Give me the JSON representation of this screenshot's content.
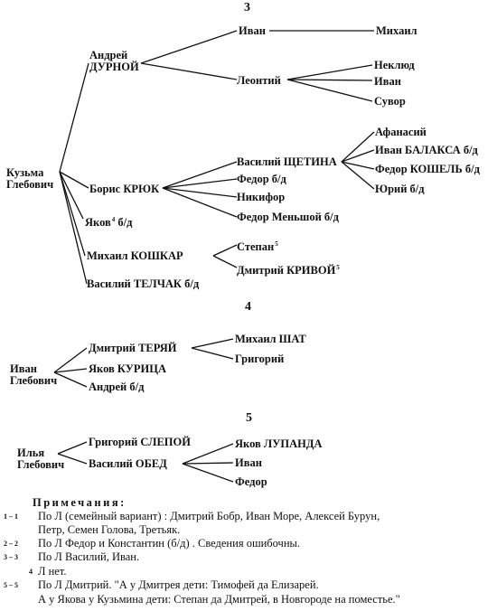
{
  "sections": [
    {
      "number": "3"
    },
    {
      "number": "4"
    },
    {
      "number": "5"
    }
  ],
  "nodes": {
    "kuzma": "Кузьма\nГлебович",
    "andrey": "Андрей\nДУРНОЙ",
    "ivan_a": "Иван",
    "mikhail_a": "Михаил",
    "leontiy": "Леонтий",
    "neklyud": "Неклюд",
    "ivan_l": "Иван",
    "suvor": "Сувор",
    "boris": "Борис КРЮК",
    "vasiliy_sh": "Василий ЩЕТИНА",
    "afanasiy": "Афанасий",
    "ivan_bal": "Иван БАЛАКСА б/д",
    "fedor_kosh": "Федор КОШЕЛЬ б/д",
    "yuriy": "Юрий б/д",
    "fedor_bd": "Федор б/д",
    "nikifor": "Никифор",
    "fedor_men": "Федор Меньшой б/д",
    "yakov_k": "Яков",
    "yakov_k_note": "4",
    "yakov_k_tail": "б/д",
    "mikhail_kosh": "Михаил КОШКАР",
    "stepan": "Степан",
    "stepan_note": "5",
    "dmitriy_kriv": "Дмитрий КРИВОЙ",
    "dmitriy_kriv_note": "5",
    "vasiliy_tel": "Василий ТЕЛЧАК б/д",
    "ivan_g": "Иван\nГлебович",
    "dmitriy_ter": "Дмитрий ТЕРЯЙ",
    "mikhail_shat": "Михаил ШАТ",
    "grigoriy_t": "Григорий",
    "yakov_kur": "Яков КУРИЦА",
    "andrey_bd": "Андрей б/д",
    "ilya": "Илья\nГлебович",
    "grigoriy_sl": "Григорий СЛЕПОЙ",
    "vasiliy_obed": "Василий ОБЕД",
    "yakov_lup": "Яков ЛУПАНДА",
    "ivan_o": "Иван",
    "fedor_o": "Федор"
  },
  "notes": {
    "title": "Примечания:",
    "items": [
      {
        "mark": "1 – 1",
        "lines": [
          "По Л (семейный вариант) : Дмитрий Бобр, Иван Море, Алексей Бурун,",
          "Петр, Семен Голова, Третьяк."
        ]
      },
      {
        "mark": "2 – 2",
        "lines": [
          "По Л Федор и Константин (б/д) . Сведения ошибочны."
        ]
      },
      {
        "mark": "3 – 3",
        "lines": [
          "По Л Василий, Иван."
        ]
      },
      {
        "mark": "4",
        "lines": [
          "Л нет."
        ]
      },
      {
        "mark": "5 – 5",
        "lines": [
          "По Л Дмитрий. \"А у Дмитрея дети: Тимофей да Елизарей.",
          "А у Якова у Кузьмина дети: Степан да Дмитрей, в Новгороде на поместье.\""
        ]
      }
    ]
  }
}
